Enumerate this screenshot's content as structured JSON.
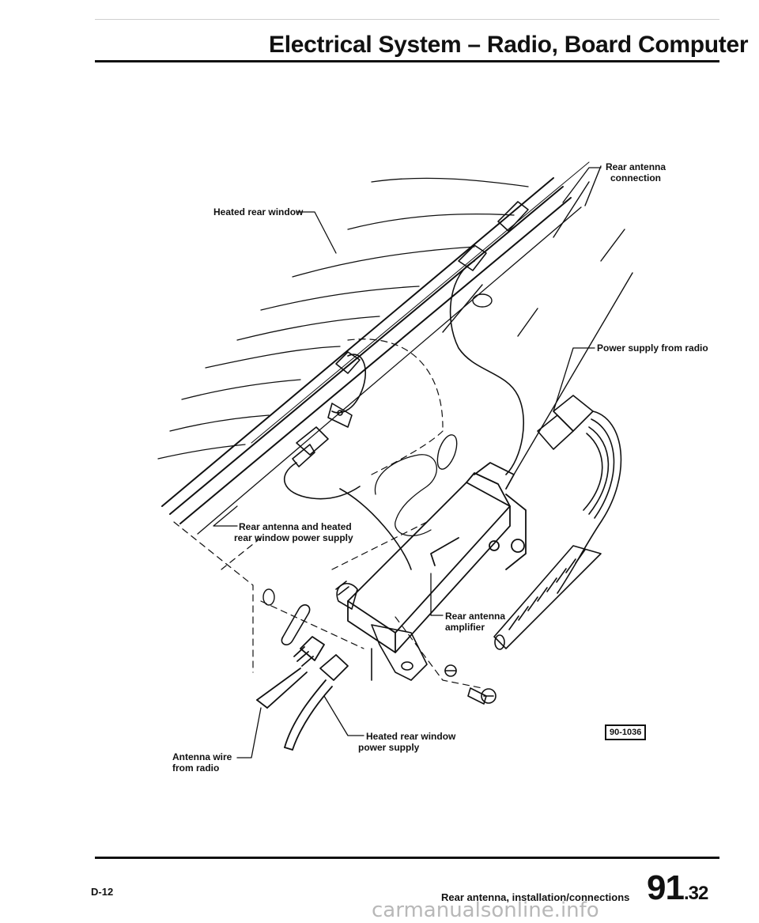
{
  "header": {
    "title": "Electrical System – Radio, Board Computer"
  },
  "labels": {
    "heated_rear_window": "Heated rear window",
    "rear_antenna_connection": [
      "Rear antenna",
      "connection"
    ],
    "power_supply_from_radio": "Power supply from radio",
    "rear_antenna_heated_supply": [
      "Rear antenna and heated",
      "rear window power supply"
    ],
    "rear_antenna_amplifier": [
      "Rear antenna",
      "amplifier"
    ],
    "heated_rear_window_power_supply": [
      "Heated rear window",
      "power supply"
    ],
    "antenna_wire_from_radio": [
      "Antenna wire",
      "from radio"
    ]
  },
  "figure_number": "90-1036",
  "footer": {
    "page_number": "D-12",
    "caption": "Rear antenna, installation/connections",
    "section_main": "91",
    "section_sub": ".32"
  },
  "watermark": "carmanualsonline.info"
}
